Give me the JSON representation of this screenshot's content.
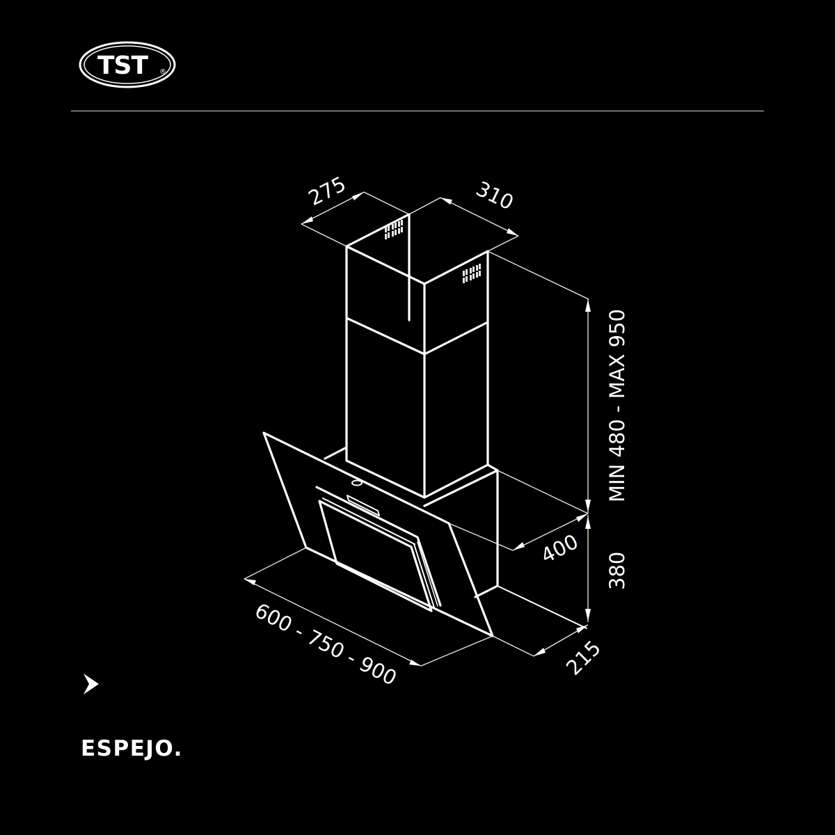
{
  "brand": {
    "logo_text": "TST",
    "registered_mark": "®"
  },
  "product": {
    "name": "ESPEJO.",
    "bullet_icon": "chevron-right-arrow-icon"
  },
  "diagram": {
    "type": "isometric technical drawing — chimney kitchen hood with angled glass front",
    "units": "mm",
    "dimensions": {
      "chimney_depth": "275",
      "chimney_width": "310",
      "chimney_height": "MIN 480 - MAX 950",
      "hood_depth": "400",
      "hood_height": "380",
      "hood_base_depth": "215",
      "hood_width": "600 - 750 - 900"
    }
  },
  "colors": {
    "background": "#000000",
    "line": "#ffffff",
    "dimension_line": "#f4ecdc"
  }
}
